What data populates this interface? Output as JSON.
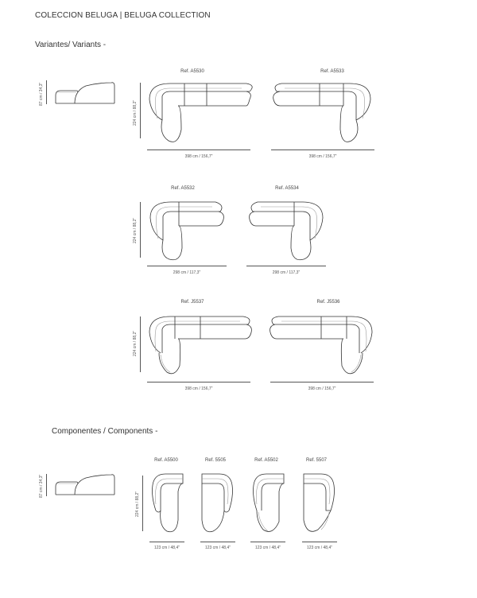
{
  "header": {
    "title": "COLECCION BELUGA | BELUGA COLLECTION"
  },
  "variants": {
    "heading": "Variantes/ Variants -",
    "side_view_height": "87 cm / 34,3\"",
    "items": [
      {
        "ref": "Ref. A5530",
        "width": "398 cm / 156,7\"",
        "depth": "224 cm / 88,2\""
      },
      {
        "ref": "Ref. A5533",
        "width": "398 cm / 156,7\""
      },
      {
        "ref": "Ref. A5532",
        "width": "298 cm / 117,3\"",
        "depth": "224 cm / 88,2\""
      },
      {
        "ref": "Ref. A5534",
        "width": "298 cm / 117,3\""
      },
      {
        "ref": "Ref. J5537",
        "width": "398 cm / 156,7\"",
        "depth": "224 cm / 88,2\""
      },
      {
        "ref": "Ref. J5536",
        "width": "398 cm / 156,7\""
      }
    ]
  },
  "components": {
    "heading": "Componentes / Components -",
    "side_view_height": "87 cm / 34,3\"",
    "depth": "224 cm / 88,2\"",
    "items": [
      {
        "ref": "Ref. A5500",
        "width": "123 cm / 48,4\""
      },
      {
        "ref": "Ref. 5505",
        "width": "123 cm / 48,4\""
      },
      {
        "ref": "Ref. A5502",
        "width": "123 cm / 48,4\""
      },
      {
        "ref": "Ref. 5507",
        "width": "123 cm / 48,4\""
      }
    ]
  }
}
